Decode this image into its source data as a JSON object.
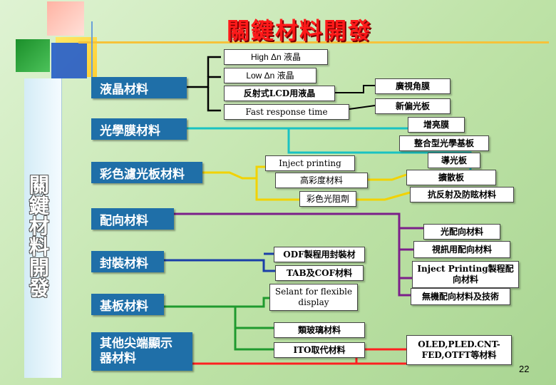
{
  "title": "關鍵材料開發",
  "side_label": "關鍵材料開發",
  "categories": [
    {
      "label": "液晶材料"
    },
    {
      "label": "光學膜材料"
    },
    {
      "label": "彩色濾光板材料"
    },
    {
      "label": "配向材料"
    },
    {
      "label": "封裝材料"
    },
    {
      "label": "基板材料"
    },
    {
      "label": "其他尖端顯示器材料"
    }
  ],
  "center_items": [
    {
      "label": "High Δn 液晶"
    },
    {
      "label": "Low Δn 液晶"
    },
    {
      "label": "反射式LCD用液晶"
    },
    {
      "label": "Fast response time"
    },
    {
      "label": "Inject printing"
    },
    {
      "label": "高彩度材料"
    },
    {
      "label": "彩色光阻劑"
    },
    {
      "label": "ODF製程用封裝材"
    },
    {
      "label": "TAB及COF材料"
    },
    {
      "label": "Selant for flexible display"
    },
    {
      "label": "類玻璃材料"
    },
    {
      "label": "ITO取代材料"
    }
  ],
  "right_items": [
    {
      "label": "廣視角膜"
    },
    {
      "label": "新偏光板"
    },
    {
      "label": "增亮膜"
    },
    {
      "label": "整合型光學基板"
    },
    {
      "label": "導光板"
    },
    {
      "label": "擴散板"
    },
    {
      "label": "抗反射及防眩材料"
    },
    {
      "label": "光配向材料"
    },
    {
      "label": "視訊用配向材料"
    },
    {
      "label": "Inject Printing製程配向材料"
    },
    {
      "label": "無機配向材料及技術"
    },
    {
      "label": "OLED,PLED.CNT-FED,OTFT等材料"
    }
  ],
  "page_number": "22",
  "colors": {
    "connector_lc": "#000000",
    "connector_optical": "#19c2c2",
    "connector_color_filter": "#f2d200",
    "connector_alignment": "#7b1f8a",
    "connector_packaging": "#1a3fa8",
    "connector_substrate": "#1f9a2e",
    "connector_other": "#ff2020"
  }
}
